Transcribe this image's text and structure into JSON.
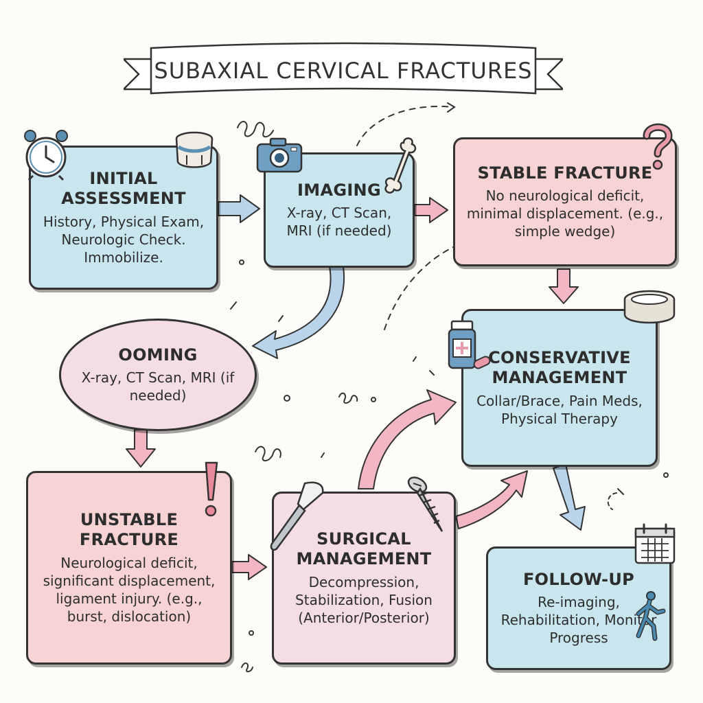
{
  "title": "SUBAXIAL CERVICAL FRACTURES",
  "nodes": {
    "initial": {
      "title": "INITIAL ASSESSMENT",
      "body": "History, Physical Exam, Neurologic Check. Immobilize."
    },
    "imaging": {
      "title": "IMAGING",
      "body": "X-ray, CT Scan, MRI (if needed)"
    },
    "stable": {
      "title": "STABLE FRACTURE",
      "body": "No neurological deficit, minimal displacement. (e.g., simple wedge)"
    },
    "ooming": {
      "title": "OOMING",
      "body": "X-ray, CT Scan, MRI (if needed)"
    },
    "conservative": {
      "title": "CONSERVATIVE MANAGEMENT",
      "body": "Collar/Brace, Pain Meds, Physical Therapy"
    },
    "unstable": {
      "title": "UNSTABLE FRACTURE",
      "body": "Neurological deficit, significant displacement, ligament injury. (e.g., burst, dislocation)"
    },
    "surgical": {
      "title": "SURGICAL MANAGEMENT",
      "body": "Decompression, Stabilization, Fusion (Anterior/Posterior)"
    },
    "followup": {
      "title": "FOLLOW-UP",
      "body": "Re-imaging, Rehabilitation, Monitor Progress"
    }
  },
  "colors": {
    "blue": "#c9e6ef",
    "pink": "#f7d3d3",
    "light_pink": "#f5dde6",
    "arrow_blue": "#b9d3ea",
    "arrow_pink": "#f3b7c4",
    "stroke": "#333333"
  },
  "icons": [
    "clock-icon",
    "neck-collar-icon",
    "camera-icon",
    "bone-icon",
    "question-mark-icon",
    "medicine-bottle-icon",
    "collar-ring-icon",
    "exclamation-icon",
    "scalpel-icon",
    "screw-icon",
    "calendar-icon",
    "walking-person-icon"
  ]
}
